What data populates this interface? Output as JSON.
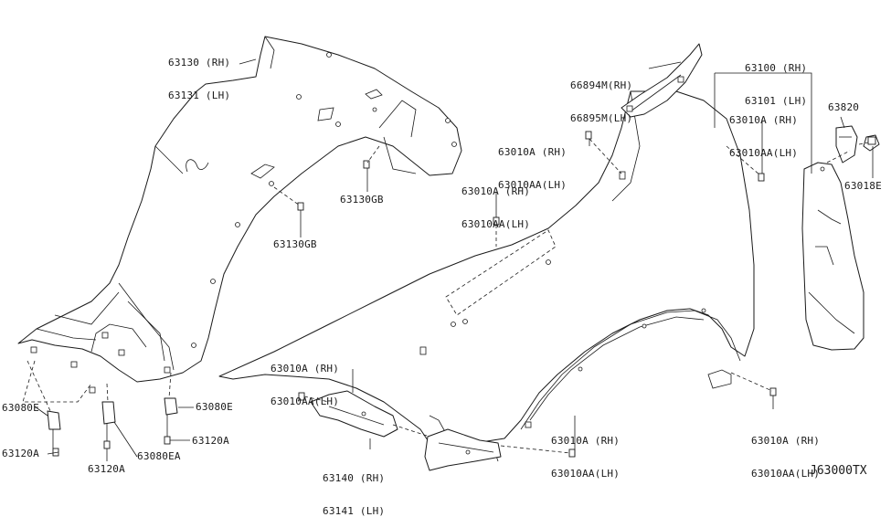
{
  "diagram_code": "J63000TX",
  "labels": {
    "l_63130": [
      "63130 (RH)",
      "63131 (LH)"
    ],
    "l_66894": [
      "66894M(RH)",
      "66895M(LH)"
    ],
    "l_63100": [
      "63100 (RH)",
      "63101 (LH)"
    ],
    "l_63010_top_right": [
      "63010A (RH)",
      "63010AA(LH)"
    ],
    "l_63820": "63820",
    "l_63010_top_mid": [
      "63010A (RH)",
      "63010AA(LH)"
    ],
    "l_63130gb_top": "63130GB",
    "l_63010_mid": [
      "63010A (RH)",
      "63010AA(LH)"
    ],
    "l_63130gb_mid": "63130GB",
    "l_63018e": "63018E",
    "l_63010_bottom_left": [
      "63010A (RH)",
      "63010AA(LH)"
    ],
    "l_63080e_left": "63080E",
    "l_63080e_right": "63080E",
    "l_63120a_right": "63120A",
    "l_63010_bottom_right": [
      "63010A (RH)",
      "63010AA(LH)"
    ],
    "l_63010_bottom_mid": [
      "63010A (RH)",
      "63010AA(LH)"
    ],
    "l_63120a_left": "63120A",
    "l_63080ea": "63080EA",
    "l_63140": [
      "63140 (RH)",
      "63141 (LH)"
    ],
    "l_63120a_bottom": "63120A"
  }
}
